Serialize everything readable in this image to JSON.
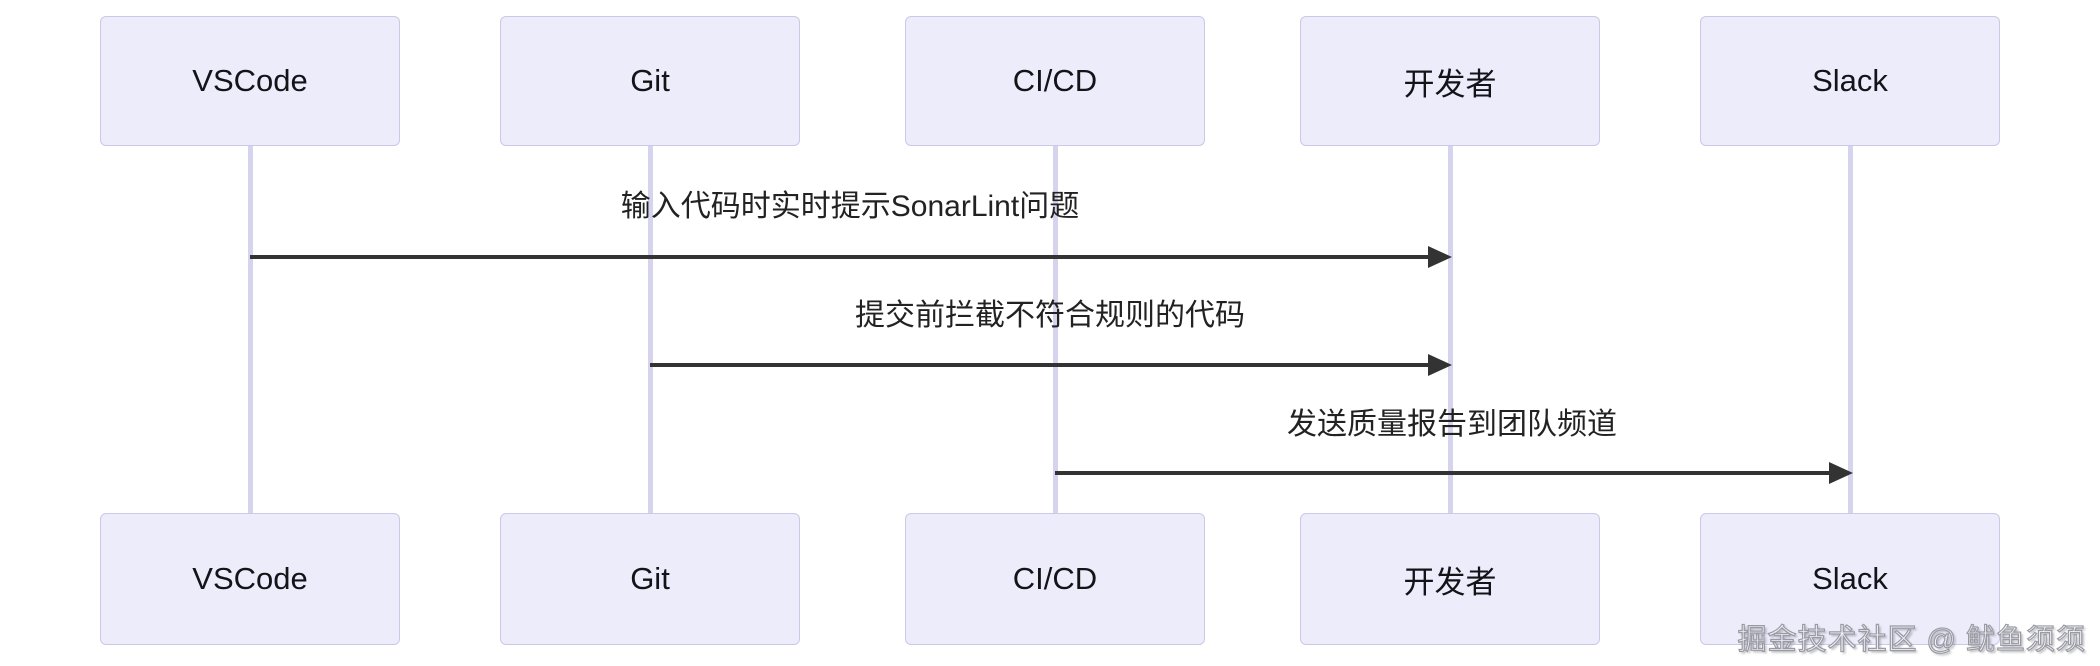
{
  "diagram": {
    "type": "sequence",
    "participants": [
      {
        "name": "VSCode"
      },
      {
        "name": "Git"
      },
      {
        "name": "CI/CD"
      },
      {
        "name": "开发者"
      },
      {
        "name": "Slack"
      }
    ],
    "messages": [
      {
        "from": "VSCode",
        "to": "开发者",
        "label": "输入代码时实时提示SonarLint问题",
        "line": "solid",
        "arrow": "filled"
      },
      {
        "from": "Git",
        "to": "开发者",
        "label": "提交前拦截不符合规则的代码",
        "line": "solid",
        "arrow": "filled"
      },
      {
        "from": "CI/CD",
        "to": "Slack",
        "label": "发送质量报告到团队频道",
        "line": "solid",
        "arrow": "filled"
      }
    ]
  },
  "watermark": {
    "text": "掘金技术社区 @ 鱿鱼须须"
  },
  "colors": {
    "background": "#ffffff",
    "actor_fill": "#ececfb",
    "actor_border": "#cbc8e8",
    "lifeline": "#d6d3ef",
    "arrow": "#333333",
    "actor_text": "#131318",
    "message_text": "#222222",
    "watermark_text": "#9a9aa4"
  }
}
